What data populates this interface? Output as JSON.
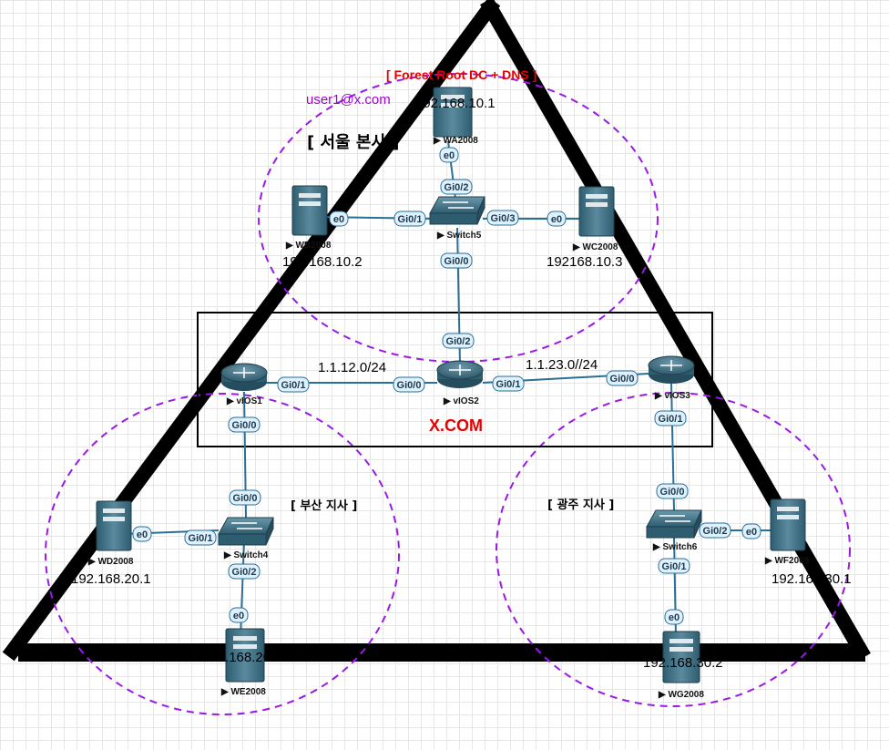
{
  "labels": {
    "forest_root": "[ Forest Root DC + DNS ]",
    "user": "user1@x.com",
    "seoul": "[ 서울 본사 ]",
    "busan": "[ 부산 지사 ]",
    "gwangju": "[ 광주 지사 ]",
    "domain": "X.COM",
    "net12": "1.1.12.0/24",
    "net23": "1.1.23.0//24"
  },
  "devices": {
    "wa2008": {
      "name": "WA2008",
      "ip": "192.168.10.1"
    },
    "wb2008": {
      "name": "WB2008",
      "ip": "192.168.10.2"
    },
    "wc2008": {
      "name": "WC2008",
      "ip": "192168.10.3"
    },
    "wd2008": {
      "name": "WD2008",
      "ip": "192.168.20.1"
    },
    "we2008": {
      "name": "WE2008",
      "ip": "192.168.20.2"
    },
    "wf2008": {
      "name": "WF2008",
      "ip": "192.168.30.1"
    },
    "wg2008": {
      "name": "WG2008",
      "ip": "192.168.30.2"
    },
    "switch5": {
      "name": "Switch5"
    },
    "switch4": {
      "name": "Switch4"
    },
    "switch6": {
      "name": "Switch6"
    },
    "vios1": {
      "name": "vIOS1"
    },
    "vios2": {
      "name": "vIOS2"
    },
    "vios3": {
      "name": "vIOS3"
    }
  },
  "ports": {
    "wa_e0": "e0",
    "sw5_gi02": "Gi0/2",
    "wb_e0": "e0",
    "sw5_gi01": "Gi0/1",
    "sw5_gi03": "Gi0/3",
    "wc_e0": "e0",
    "sw5_gi00": "Gi0/0",
    "v2_gi02": "Gi0/2",
    "v1_gi01": "Gi0/1",
    "v2_gi00": "Gi0/0",
    "v2_gi01": "Gi0/1",
    "v3_gi00": "Gi0/0",
    "v1_gi00": "Gi0/0",
    "sw4_gi00": "Gi0/0",
    "wd_e0": "e0",
    "sw4_gi01": "Gi0/1",
    "sw4_gi02": "Gi0/2",
    "we_e0": "e0",
    "v3_gi01": "Gi0/1",
    "sw6_gi00": "Gi0/0",
    "sw6_gi02": "Gi0/2",
    "wf_e0": "e0",
    "sw6_gi01": "Gi0/1",
    "wg_e0": "e0"
  },
  "colors": {
    "triangle": "#000000",
    "zone": "#9b19e6",
    "link": "#2a6f96",
    "device": "#3f6f84",
    "port_fill": "#dff0ff",
    "port_stroke": "#2a6f96",
    "forest_root_text": "#e60000",
    "domain_text": "#e60000",
    "user_text": "#a000d8"
  },
  "icons": {
    "server": "server-icon",
    "router": "router-icon",
    "switch": "switch-icon"
  }
}
